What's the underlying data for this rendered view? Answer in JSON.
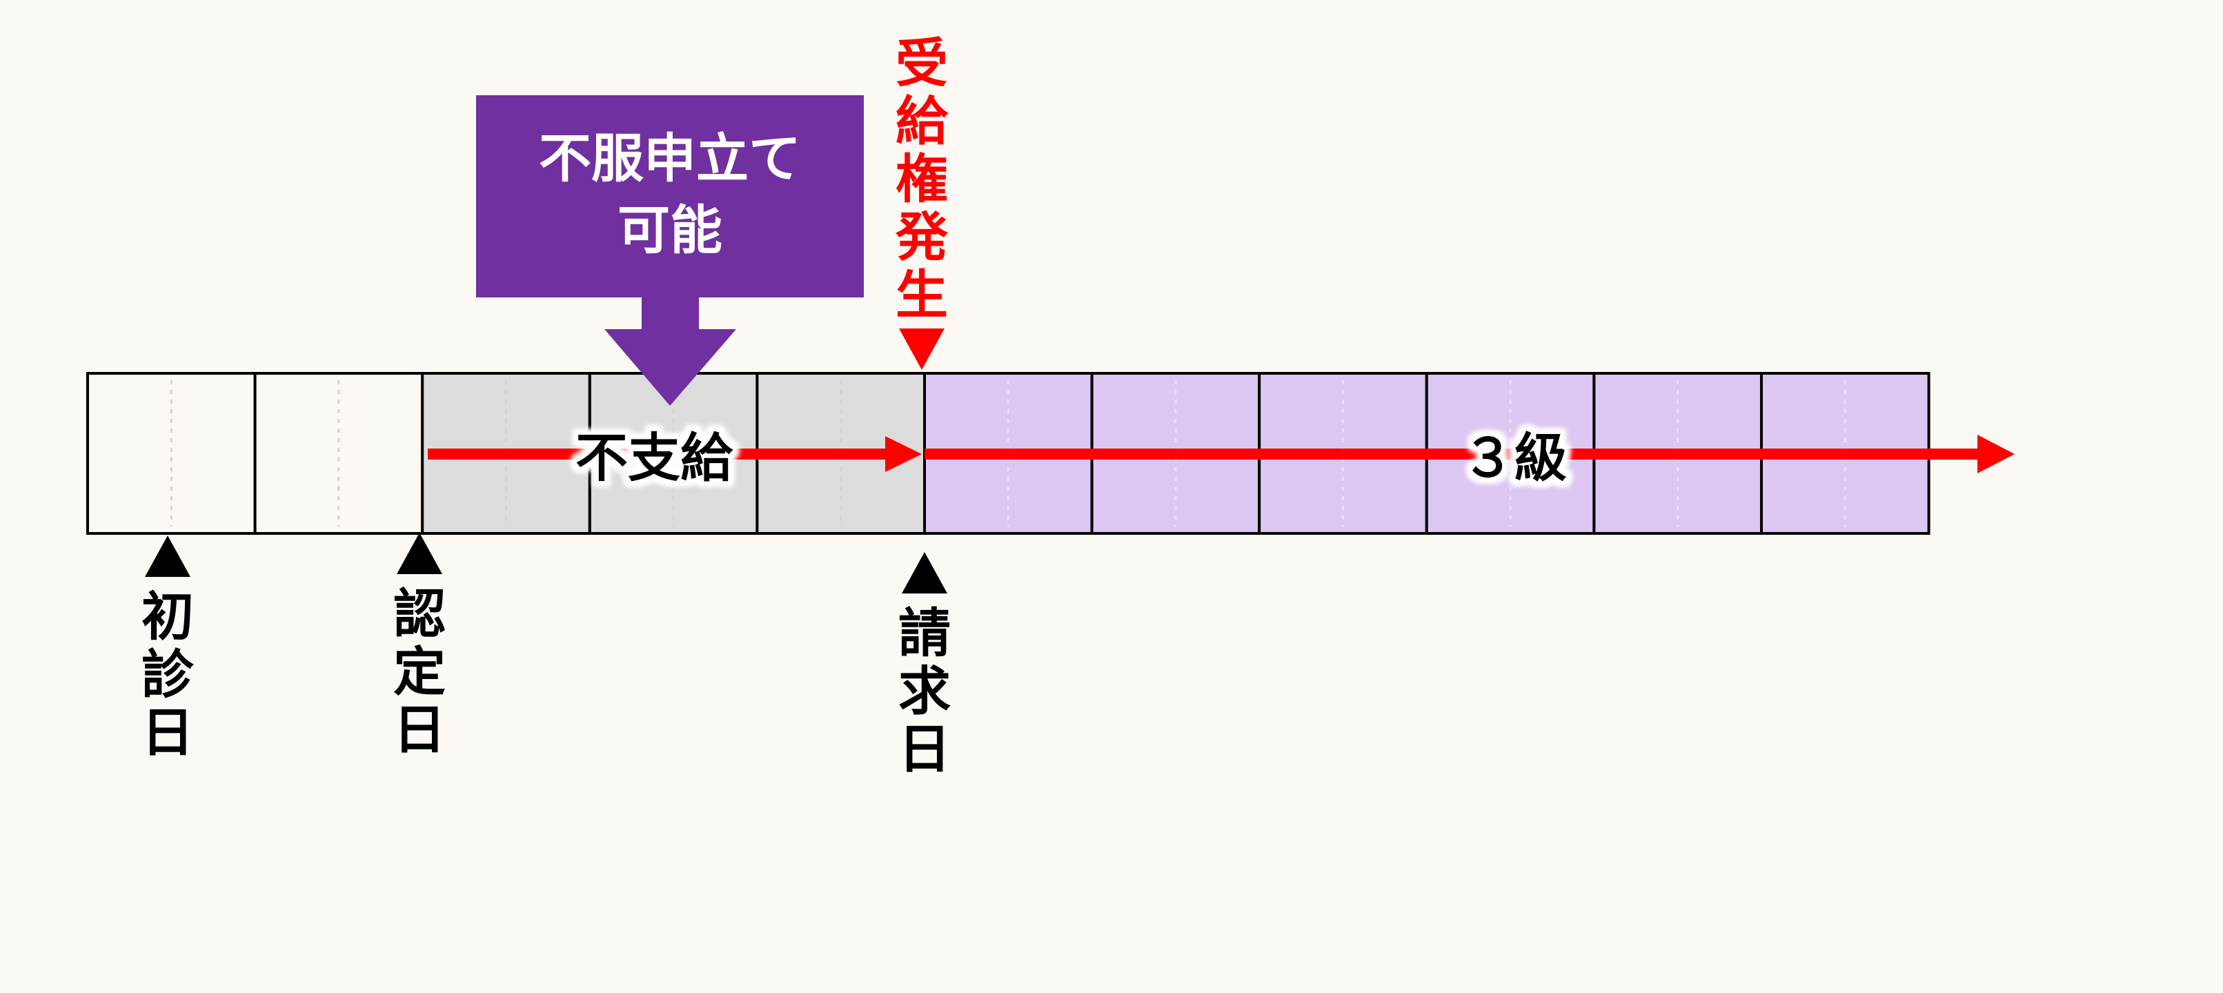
{
  "callout": {
    "line1": "不服申立て",
    "line2": "可能"
  },
  "right_emerges": "受給権発生",
  "segments": {
    "unpaid": "不支給",
    "grade": "３級"
  },
  "markers": {
    "first_visit": "初診日",
    "certification": "認定日",
    "claim": "請求日"
  },
  "timeline": {
    "cells": [
      {
        "state": "blank"
      },
      {
        "state": "blank"
      },
      {
        "state": "unpaid"
      },
      {
        "state": "unpaid"
      },
      {
        "state": "unpaid"
      },
      {
        "state": "grade"
      },
      {
        "state": "grade"
      },
      {
        "state": "grade"
      },
      {
        "state": "grade"
      },
      {
        "state": "grade"
      },
      {
        "state": "grade"
      }
    ]
  },
  "colors": {
    "background": "#fcf8f4",
    "callout": "#7030a0",
    "unpaid_fill": "#dcdcdc",
    "grade_fill": "#dcc6f2",
    "arrow": "#ff0000",
    "marker": "#000000",
    "highlight_text": "#ff0000"
  }
}
